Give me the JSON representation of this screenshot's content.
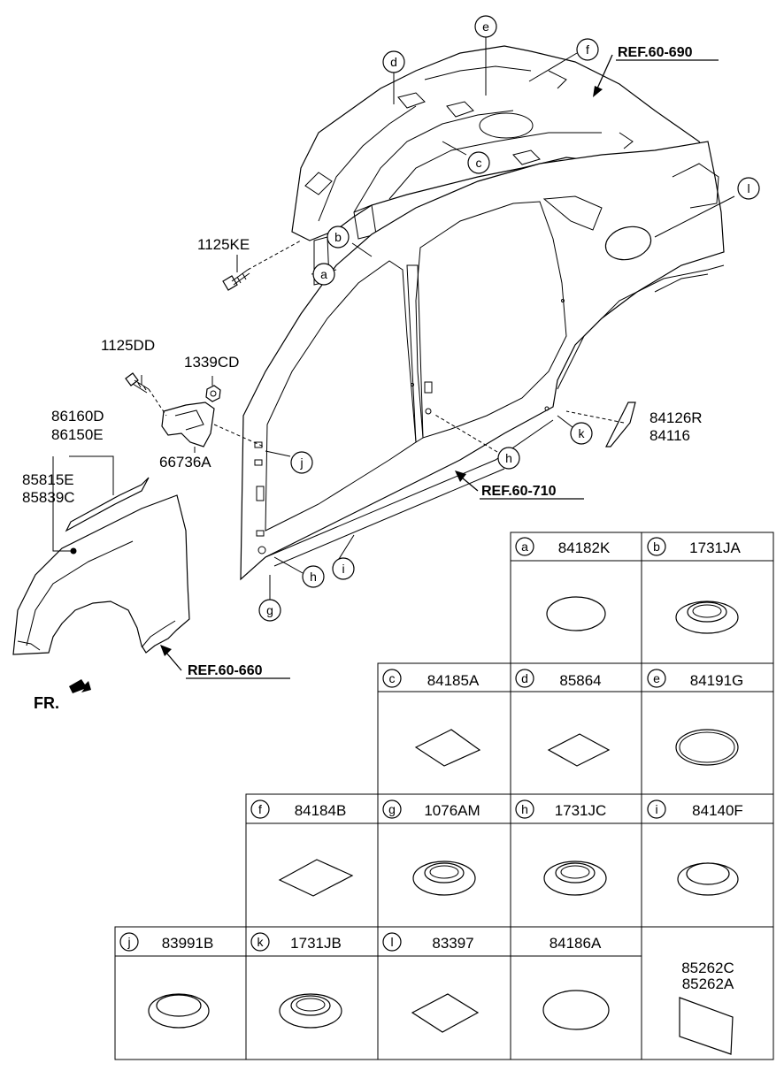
{
  "diagram": {
    "part_labels": {
      "p1125KE": "1125KE",
      "p1125DD": "1125DD",
      "p1339CD": "1339CD",
      "p86160D": "86160D",
      "p86150E": "86150E",
      "p85815E": "85815E",
      "p85839C": "85839C",
      "p66736A": "66736A",
      "p84126R": "84126R",
      "p84116": "84116"
    },
    "references": {
      "r690": "REF.60-690",
      "r710": "REF.60-710",
      "r660": "REF.60-660"
    },
    "front_label": "FR.",
    "callouts": {
      "a": "a",
      "b": "b",
      "c": "c",
      "d": "d",
      "e": "e",
      "f": "f",
      "g": "g",
      "h1": "h",
      "h2": "h",
      "i": "i",
      "j": "j",
      "k": "k",
      "l": "l"
    },
    "table": {
      "c_a": {
        "letter": "a",
        "part": "84182K",
        "icon": "oval-plug-icon"
      },
      "c_b": {
        "letter": "b",
        "part": "1731JA",
        "icon": "grommet-icon"
      },
      "c_c": {
        "letter": "c",
        "part": "84185A",
        "icon": "diamond-pad-icon"
      },
      "c_d": {
        "letter": "d",
        "part": "85864",
        "icon": "diamond-pad-icon"
      },
      "c_e": {
        "letter": "e",
        "part": "84191G",
        "icon": "ring-plug-icon"
      },
      "c_f": {
        "letter": "f",
        "part": "84184B",
        "icon": "diamond-pad-icon"
      },
      "c_g": {
        "letter": "g",
        "part": "1076AM",
        "icon": "grommet-icon"
      },
      "c_h": {
        "letter": "h",
        "part": "1731JC",
        "icon": "grommet-icon"
      },
      "c_i": {
        "letter": "i",
        "part": "84140F",
        "icon": "dome-plug-icon"
      },
      "c_j": {
        "letter": "j",
        "part": "83991B",
        "icon": "dome-plug-icon"
      },
      "c_k": {
        "letter": "k",
        "part": "1731JB",
        "icon": "grommet-icon"
      },
      "c_l": {
        "letter": "l",
        "part": "83397",
        "icon": "diamond-pad-icon"
      },
      "c_m": {
        "part": "84186A",
        "icon": "oval-plug-icon"
      },
      "c_n": {
        "part1": "85262C",
        "part2": "85262A",
        "icon": "label-sheet-icon"
      }
    }
  }
}
